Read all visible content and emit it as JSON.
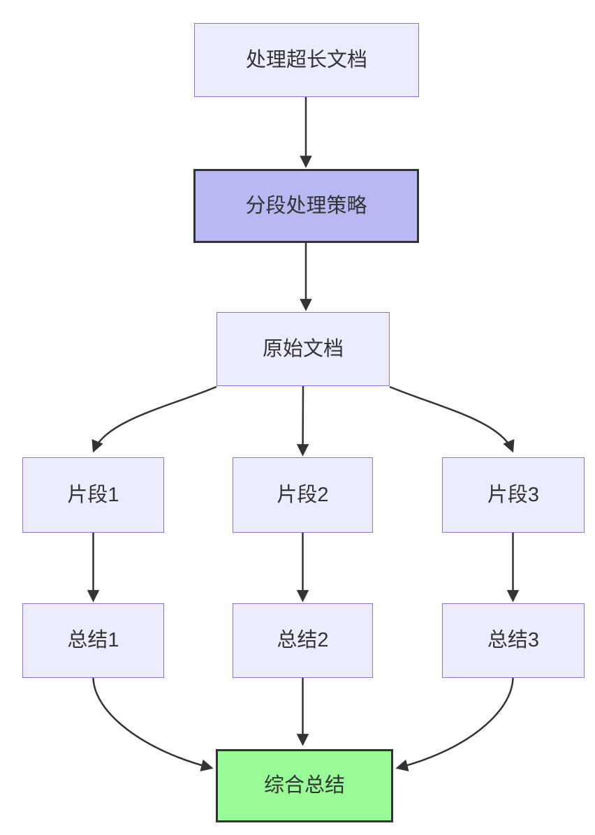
{
  "diagram": {
    "type": "flowchart",
    "direction": "top-down",
    "nodes": [
      {
        "id": "A",
        "label": "处理超长文档",
        "kind": "default"
      },
      {
        "id": "B",
        "label": "分段处理策略",
        "kind": "emphasis"
      },
      {
        "id": "C",
        "label": "原始文档",
        "kind": "default"
      },
      {
        "id": "D1",
        "label": "片段1",
        "kind": "default"
      },
      {
        "id": "D2",
        "label": "片段2",
        "kind": "default"
      },
      {
        "id": "D3",
        "label": "片段3",
        "kind": "default"
      },
      {
        "id": "E1",
        "label": "总结1",
        "kind": "default"
      },
      {
        "id": "E2",
        "label": "总结2",
        "kind": "default"
      },
      {
        "id": "E3",
        "label": "总结3",
        "kind": "default"
      },
      {
        "id": "F",
        "label": "综合总结",
        "kind": "success"
      }
    ],
    "edges": [
      {
        "from": "A",
        "to": "B"
      },
      {
        "from": "B",
        "to": "C"
      },
      {
        "from": "C",
        "to": "D1"
      },
      {
        "from": "C",
        "to": "D2"
      },
      {
        "from": "C",
        "to": "D3"
      },
      {
        "from": "D1",
        "to": "E1"
      },
      {
        "from": "D2",
        "to": "E2"
      },
      {
        "from": "D3",
        "to": "E3"
      },
      {
        "from": "E1",
        "to": "F"
      },
      {
        "from": "E2",
        "to": "F"
      },
      {
        "from": "E3",
        "to": "F"
      }
    ]
  },
  "colors": {
    "node-fill": "#ECECFF",
    "node-border": "#9370DB",
    "emphasis-fill": "#b8b8f2",
    "strong-border": "#333333",
    "success-fill": "#98FB98",
    "text": "#333333",
    "edge": "#333333",
    "bg": "#ffffff"
  }
}
